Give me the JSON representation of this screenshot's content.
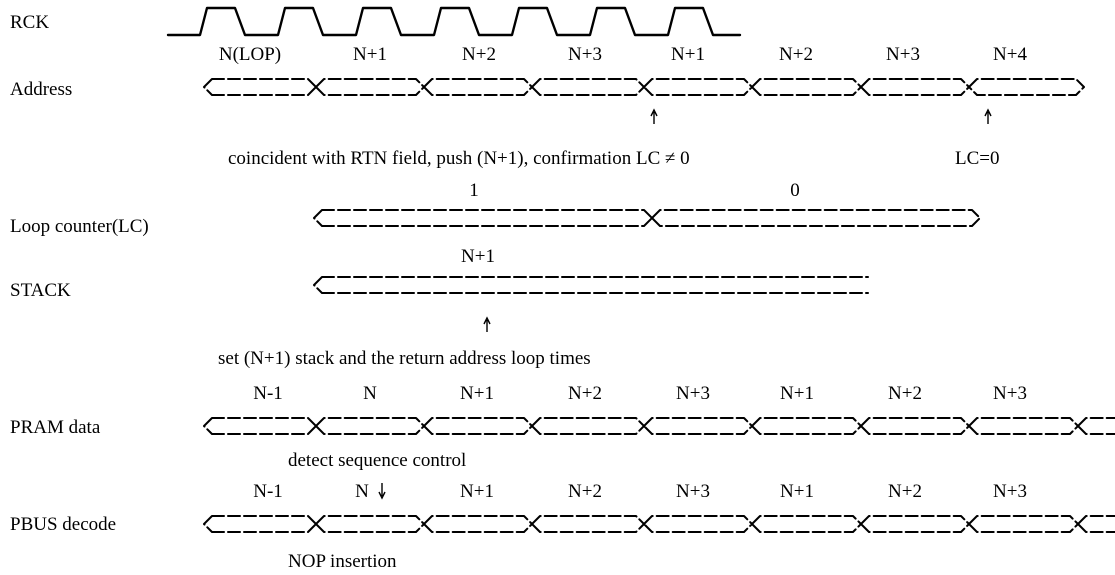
{
  "signals": {
    "rck": "RCK",
    "address": "Address",
    "loop_counter": "Loop counter(LC)",
    "stack": "STACK",
    "pram": "PRAM data",
    "pbus": "PBUS decode"
  },
  "address_values": [
    "N(LOP)",
    "N+1",
    "N+2",
    "N+3",
    "N+1",
    "N+2",
    "N+3",
    "N+4"
  ],
  "lc_values": [
    "1",
    "0"
  ],
  "stack_value": "N+1",
  "pram_values": [
    "N-1",
    "N",
    "N+1",
    "N+2",
    "N+3",
    "N+1",
    "N+2",
    "N+3"
  ],
  "pbus_values": [
    "N-1",
    "N",
    "N+1",
    "N+2",
    "N+3",
    "N+1",
    "N+2",
    "N+3"
  ],
  "annotations": {
    "rtn_push": "coincident with RTN field, push (N+1), confirmation LC ≠ 0",
    "lc_zero": "LC=0",
    "set_stack": "set (N+1) stack and the return address loop times",
    "detect_seq": "detect sequence control",
    "nop_insertion": "NOP insertion"
  }
}
